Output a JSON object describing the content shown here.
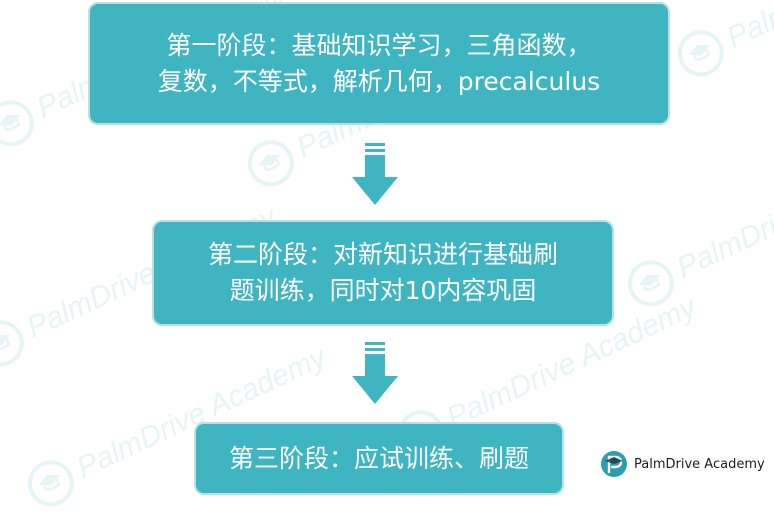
{
  "colors": {
    "box_fill": "#3fb5c1",
    "box_border": "#b8e0e6",
    "box_text": "#ffffff",
    "arrow": "#3fb5c1",
    "watermark": "#2fa7b3"
  },
  "watermark": {
    "text": "PalmDrive Academy"
  },
  "stages": [
    {
      "line1": "第一阶段：基础知识学习，三角函数，",
      "line2": "复数，不等式，解析几何，precalculus"
    },
    {
      "line1": "第二阶段：对新知识进行基础刷",
      "line2": "题训练，同时对10内容巩固"
    },
    {
      "line1": "第三阶段：应试训练、刷题"
    }
  ],
  "logo": {
    "text": "PalmDrive Academy",
    "icon": "palmdrive-logo-icon"
  }
}
